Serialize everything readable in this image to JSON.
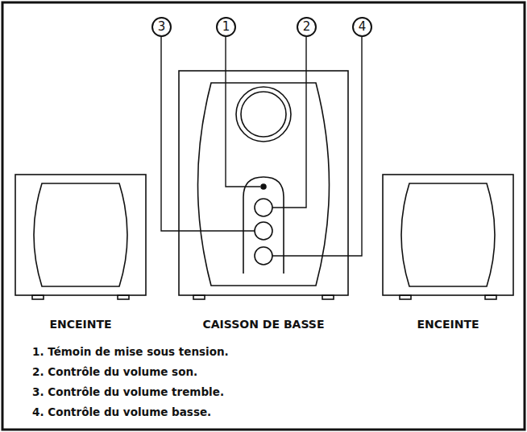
{
  "diagram": {
    "nodes": [
      {
        "text": [
          "3"
        ]
      },
      {
        "text": [
          "1"
        ]
      },
      {
        "text": [
          "2"
        ]
      },
      {
        "text": [
          "4"
        ]
      },
      {
        "text": [
          "ENCEINTE"
        ]
      },
      {
        "text": [
          "CAISSON DE BASSE"
        ]
      },
      {
        "text": [
          "ENCEINTE"
        ]
      }
    ],
    "labels": [
      "1. Témoin de mise sous tension.",
      "2. Contrôle du volume son.",
      "3. Contrôle du volume tremble.",
      "4. Contrôle du volume basse."
    ]
  }
}
